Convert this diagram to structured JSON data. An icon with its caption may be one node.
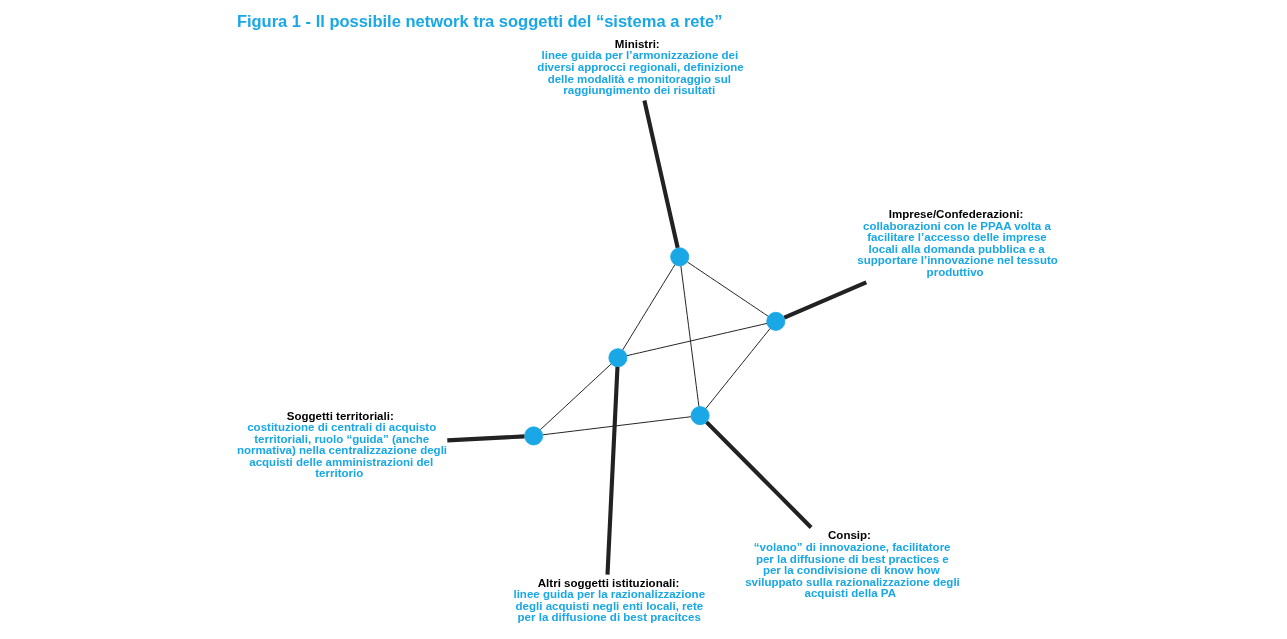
{
  "diagram": {
    "title": "Figura 1 - Il possibile network tra soggetti del “sistema a rete”",
    "nodes": [
      {
        "text": [
          "Soggetti territoriali:",
          "costituzione di centrali di acquisto territoriali, ruolo “guida” (anche normativa) nella centralizzazione degli acquisti delle amministrazioni del territorio"
        ]
      },
      {
        "text": [
          "Consip:",
          "“volano” di innovazione, facilitatore per la diffusione di best practices e per la condivisione di know how sviluppato sulla razionalizzazione degli acquisti della PA"
        ]
      },
      {
        "text": [
          "Altri soggetti istituzionali:",
          "linee guida per la razionalizzazione degli acquisti negli enti locali, rete per la diffusione di best pracitces"
        ]
      },
      {
        "text": [
          "Ministri:",
          "linee guida per l’armonizzazione dei diversi approcci regionali, definizione delle modalità e monitoraggio sul raggiungimento dei risultati"
        ]
      },
      {
        "text": [
          "Imprese/Confederazioni:",
          "collaborazioni con le PPAA volta a facilitare l’accesso delle imprese locali alla domanda pubblica e a supportare l’innovazione nel tessuto produttivo"
        ]
      },
      {
        "text": [],
        "shape": "circle"
      },
      {
        "text": [],
        "shape": "circle"
      },
      {
        "text": [],
        "shape": "circle"
      },
      {
        "text": [],
        "shape": "circle"
      },
      {
        "text": [],
        "shape": "circle"
      }
    ],
    "edges": [
      {
        "from": 0,
        "to": 5,
        "arrow": "none",
        "style": "thick"
      },
      {
        "from": 1,
        "to": 6,
        "arrow": "none",
        "style": "thick"
      },
      {
        "from": 2,
        "to": 7,
        "arrow": "none",
        "style": "thick"
      },
      {
        "from": 3,
        "to": 8,
        "arrow": "none",
        "style": "thick"
      },
      {
        "from": 4,
        "to": 9,
        "arrow": "none",
        "style": "thick"
      },
      {
        "from": 6,
        "to": 5,
        "arrow": "none"
      },
      {
        "from": 5,
        "to": 7,
        "arrow": "none"
      },
      {
        "from": 7,
        "to": 9,
        "arrow": "none"
      },
      {
        "from": 9,
        "to": 8,
        "arrow": "none"
      },
      {
        "from": 8,
        "to": 6,
        "arrow": "none"
      },
      {
        "from": 6,
        "to": 9,
        "arrow": "none"
      },
      {
        "from": 8,
        "to": 7,
        "arrow": "none"
      }
    ]
  }
}
